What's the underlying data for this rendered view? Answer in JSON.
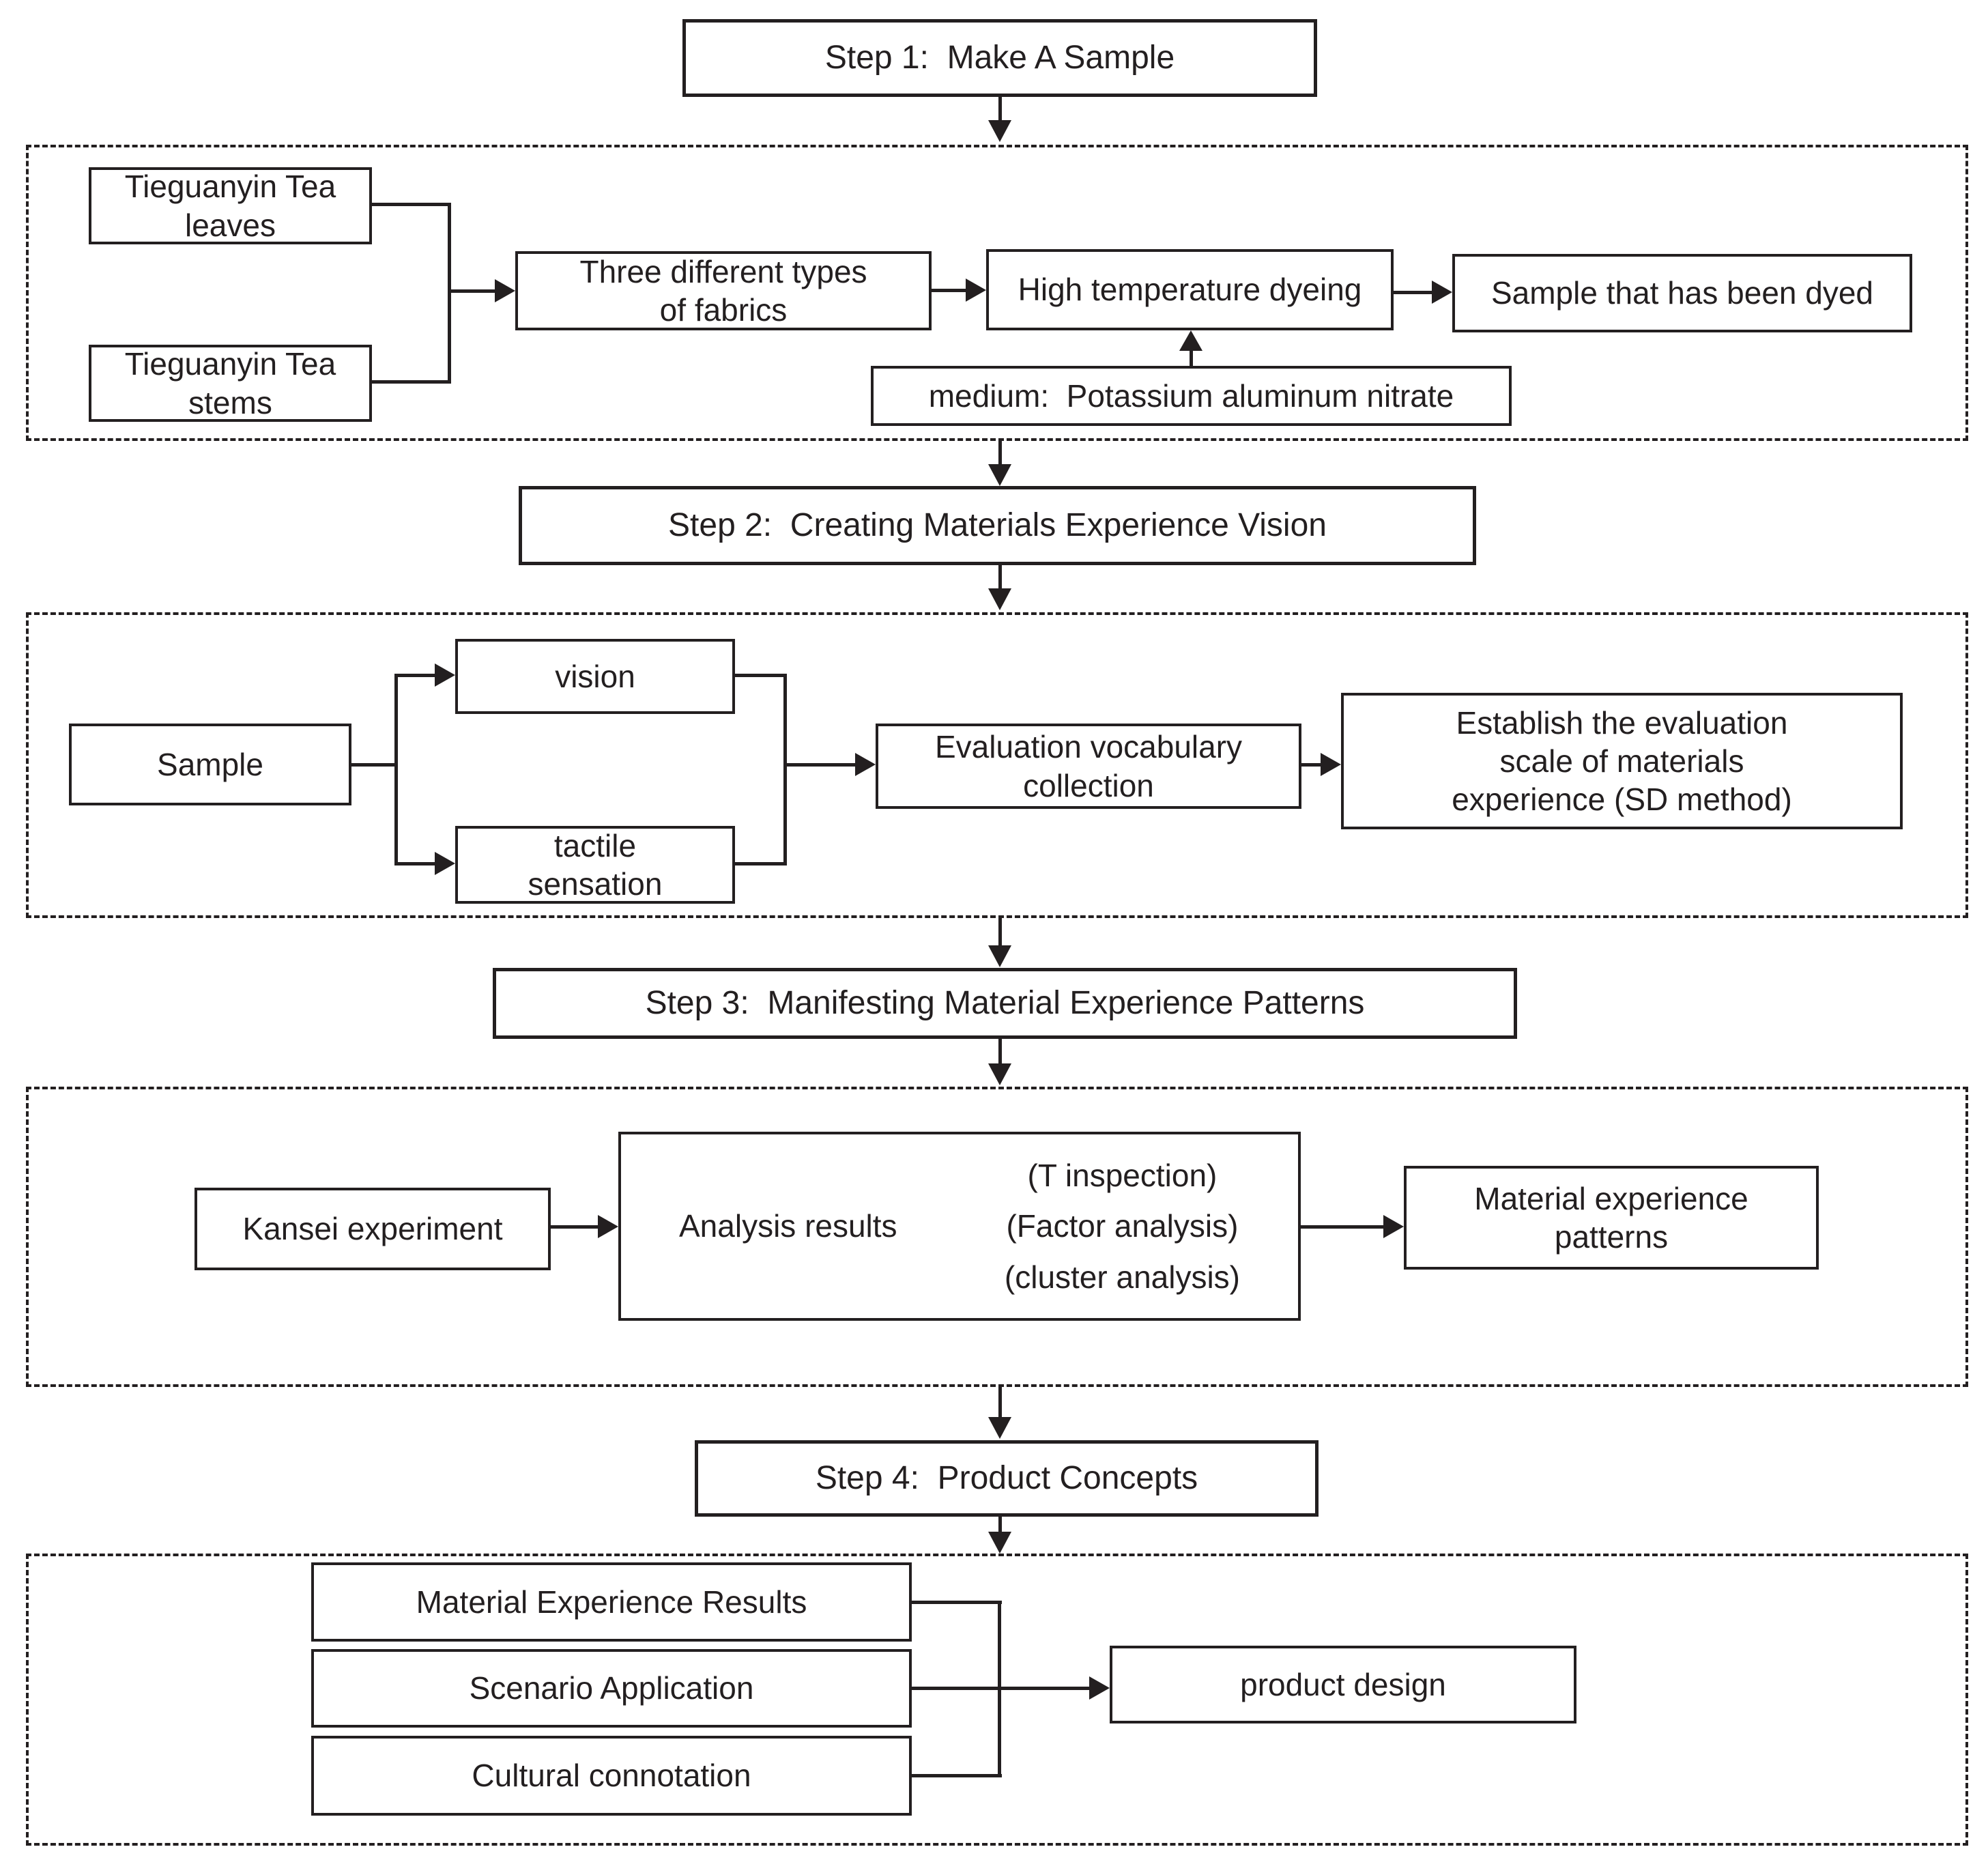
{
  "colors": {
    "ink": "#231f20",
    "background": "#ffffff"
  },
  "steps": {
    "step1": "Step 1:  Make A Sample",
    "step2": "Step 2:  Creating Materials Experience Vision",
    "step3": "Step 3:  Manifesting Material Experience Patterns",
    "step4": "Step 4:  Product Concepts"
  },
  "section1": {
    "tea_leaves": "Tieguanyin Tea\nleaves",
    "tea_stems": "Tieguanyin Tea\nstems",
    "fabrics": "Three different types\nof fabrics",
    "dyeing": "High temperature dyeing",
    "dyed_sample": "Sample that has been dyed",
    "medium": "medium:  Potassium aluminum nitrate"
  },
  "section2": {
    "sample": "Sample",
    "vision": "vision",
    "tactile": "tactile\nsensation",
    "vocabulary": "Evaluation vocabulary\ncollection",
    "establish": "Establish the evaluation\nscale of materials\nexperience (SD method)"
  },
  "section3": {
    "kansei": "Kansei experiment",
    "analysis_label": "Analysis results",
    "analysis_methods": "(T inspection)\n(Factor analysis)\n(cluster analysis)",
    "patterns": "Material experience\npatterns"
  },
  "section4": {
    "results": "Material Experience Results",
    "scenario": "Scenario Application",
    "cultural": "Cultural connotation",
    "product": "product design"
  }
}
